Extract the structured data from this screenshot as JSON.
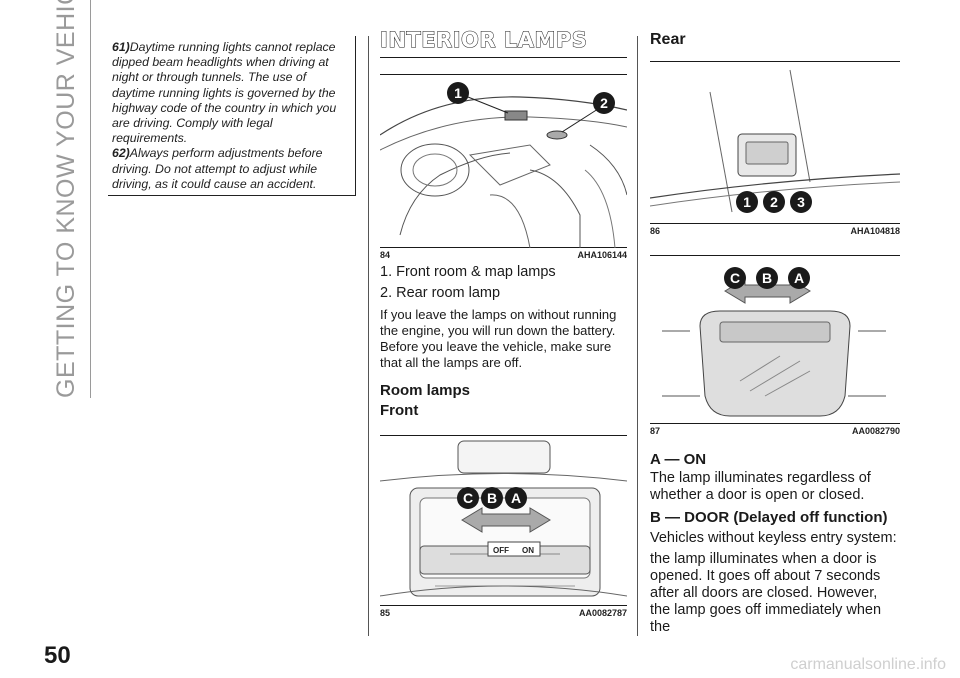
{
  "side_title": "GETTING TO KNOW YOUR VEHICLE",
  "page_number": "50",
  "watermark": "carmanualsonline.info",
  "notes": [
    {
      "num": "61)",
      "text": "Daytime running lights cannot replace dipped beam headlights when driving at night or through tunnels. The use of daytime running lights is governed by the highway code of the country in which you are driving. Comply with legal requirements."
    },
    {
      "num": "62)",
      "text": "Always perform adjustments before driving. Do not attempt to adjust while driving, as it could cause an accident."
    }
  ],
  "middle": {
    "heading": "INTERIOR LAMPS",
    "fig84": {
      "num": "84",
      "code": "AHA106144",
      "callouts": [
        "1",
        "2"
      ]
    },
    "items": [
      "1. Front room & map lamps",
      "2. Rear room lamp"
    ],
    "warning": "If you leave the lamps on without running the engine, you will run down the battery. Before you leave the vehicle, make sure that all the lamps are off.",
    "sub1": "Room lamps",
    "sub2": "Front",
    "fig85": {
      "num": "85",
      "code": "AA0082787",
      "callouts": [
        "C",
        "B",
        "A"
      ],
      "switch_labels": [
        "OFF",
        "ON"
      ]
    }
  },
  "right": {
    "heading": "Rear",
    "fig86": {
      "num": "86",
      "code": "AHA104818",
      "callouts": [
        "1",
        "2",
        "3"
      ]
    },
    "fig87": {
      "num": "87",
      "code": "AA0082790",
      "callouts": [
        "C",
        "B",
        "A"
      ]
    },
    "a_title": "A — ON",
    "a_text": "The lamp illuminates regardless of whether a door is open or closed.",
    "b_title": "B — DOOR (Delayed off function)",
    "b_text1": "Vehicles without keyless entry system:",
    "b_text2": "the lamp illuminates when a door is opened. It goes off about 7 seconds after all doors are closed. However, the lamp goes off immediately when the"
  }
}
